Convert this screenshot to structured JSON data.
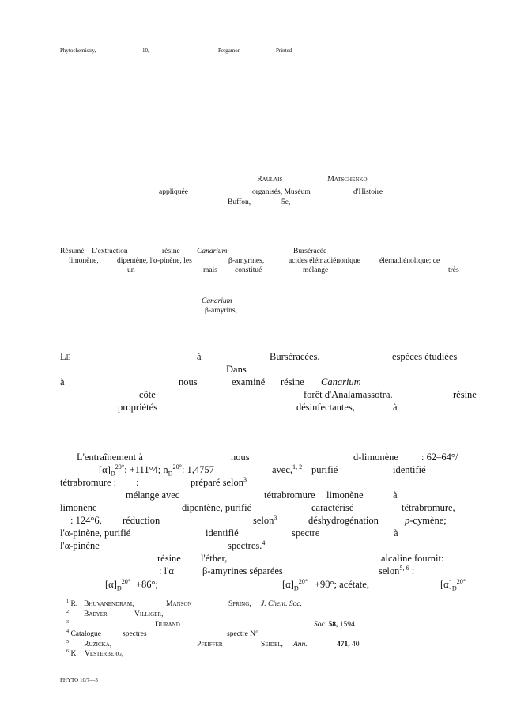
{
  "running_head": {
    "journal": "Phytochemistry,",
    "volume": "10,",
    "publisher": "Pergamon",
    "printed": "Printed"
  },
  "authors": {
    "a1": "Raulais",
    "a2": "Matschenko"
  },
  "affiliation": {
    "l1a": "appliquée",
    "l1b": "organisés, Muséum",
    "l1c": "d'Histoire",
    "l2a": "Buffon,",
    "l2b": "5e,"
  },
  "abstract": {
    "r1a": "Résumé—L'extraction",
    "r1b": "résine",
    "r1c": "Canarium",
    "r1d": "Burséracée",
    "r2a": "limonène,",
    "r2b": "dipentène, l'α-pinène, les",
    "r2c": "β-amyrines,",
    "r2d": "acides élémadiénonique",
    "r2e": "élémadiénolique; ce",
    "r3a": "un",
    "r3b": "mais",
    "r3c": "constitué",
    "r3d": "mélange",
    "r3e": "très"
  },
  "english": {
    "e1": "Canarium",
    "e2": "β-amyrins,"
  },
  "intro": {
    "i1a": "Le",
    "i1b": "à",
    "i1c": "Burséracées.",
    "i1d": "espèces étudiées",
    "i2a": "Dans",
    "i3a": "à",
    "i3b": "nous",
    "i3c": "examiné",
    "i3d": "résine",
    "i3e": "Canarium",
    "i4a": "côte",
    "i4b": "forêt d'Analamassotra.",
    "i4c": "résine",
    "i5a": "propriétés",
    "i5b": "désinfectantes,",
    "i5c": "à"
  },
  "body": {
    "b1a": "L'entraînement à",
    "b1b": "nous",
    "b1c": "d-limonène",
    "b1d": ": 62–64°/",
    "b2a": "[α]",
    "b2b": ": +111°4; n",
    "b2c": ": 1,4757",
    "b2d": "avec,",
    "b2e": "purifié",
    "b2f": "identifié",
    "b3a": "tétrabromure :",
    "b3b": ":",
    "b3c": "préparé selon",
    "b4a": "mélange avec",
    "b4b": "tétrabromure",
    "b4c": "limonène",
    "b4d": "à",
    "b5a": "limonène",
    "b5b": "dipentène, purifié",
    "b5c": "caractérisé",
    "b5d": "tétrabromure,",
    "b6a": ": 124°6,",
    "b6b": "réduction",
    "b6c": "selon",
    "b6d": "déshydrogénation",
    "b6e": "p-cymène;",
    "b7a": "l'α-pinène, purifié",
    "b7b": "identifié",
    "b7c": "spectre",
    "b7d": "à",
    "b8a": "l'α-pinène",
    "b8b": "spectres.",
    "b9a": "résine",
    "b9b": "l'éther,",
    "b9c": "alcaline fournit:",
    "b10a": ": l'α",
    "b10b": "β-amyrines séparées",
    "b10c": "selon",
    "b11a": "[α]",
    "b11b": "+86°;",
    "b11c": "[α]",
    "b11d": "+90°; acétate,",
    "b11e": "[α]",
    "sup_20": "20°",
    "sub_D": "D",
    "ref12": "1, 2",
    "ref3": "3",
    "ref4": "4",
    "ref56": "5, 6"
  },
  "footnotes": {
    "f1n": "1",
    "f1a": "R.",
    "f1b": "Bhuvanendram,",
    "f1c": "Manson",
    "f1d": "Spring,",
    "f1e": "J. Chem. Soc.",
    "f2n": "2",
    "f2a": "Baeyer",
    "f2b": "Villiger,",
    "f3n": "3",
    "f3a": "Durand",
    "f3b": "Soc.",
    "f3c": "58,",
    "f3d": "1594",
    "f4n": "4",
    "f4a": "Catalogue",
    "f4b": "spectres",
    "f4c": "spectre N°",
    "f5n": "5",
    "f5a": "Ruzicka,",
    "f5b": "Pfeiffer",
    "f5c": "Seidel,",
    "f5d": "Ann.",
    "f5e": "471, 40",
    "f6n": "6",
    "f6a": "K.",
    "f6b": "Vesterberg,"
  },
  "footer": {
    "code": "PHYTO 10/7—5"
  }
}
